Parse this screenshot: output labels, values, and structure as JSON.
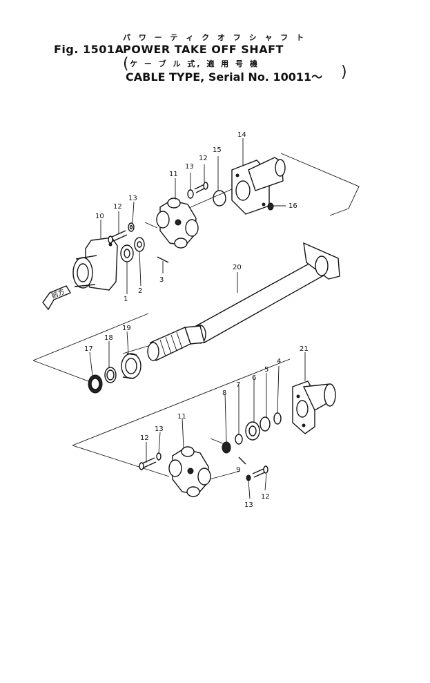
{
  "header": {
    "kana_title": "パ ワ ー テ ィ ク オ フ シ ャ フ ト",
    "fig_label": "Fig. 1501A",
    "title": "POWER TAKE OFF SHAFT",
    "kana_subtitle": "ケ ー ブ ル 式, 適 用 号 機",
    "subtitle": "CABLE TYPE, Serial No. 10011～"
  },
  "front_arrow_label": "前方",
  "callouts": [
    "1",
    "2",
    "3",
    "4",
    "5",
    "6",
    "7",
    "8",
    "9",
    "10",
    "11",
    "11",
    "12",
    "12",
    "12",
    "12",
    "13",
    "13",
    "13",
    "13",
    "14",
    "15",
    "16",
    "17",
    "18",
    "19",
    "20",
    "21"
  ]
}
